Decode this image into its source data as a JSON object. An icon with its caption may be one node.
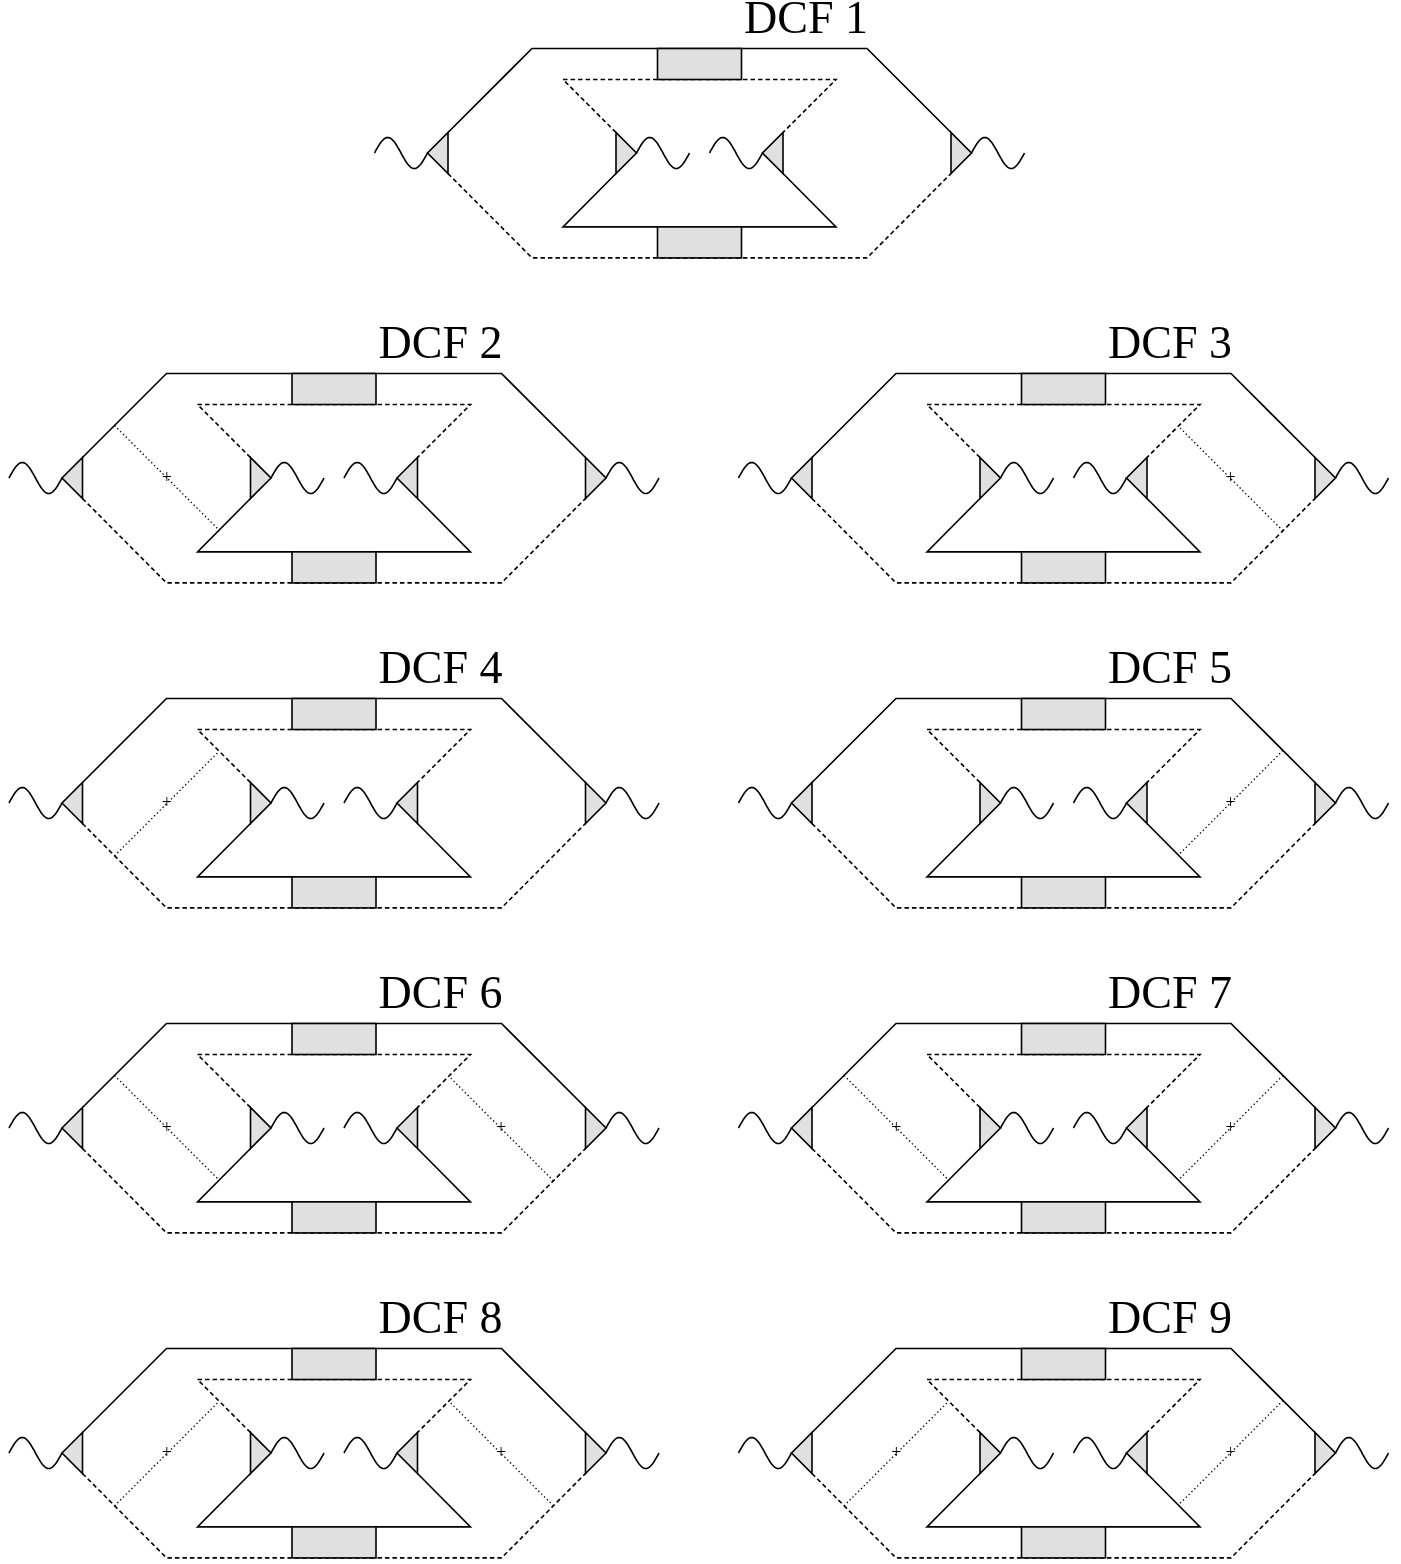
{
  "diagram": {
    "labels": [
      "DCF 1",
      "DCF 2",
      "DCF 3",
      "+",
      "+",
      "DCF 4",
      "DCF 5",
      "+",
      "+",
      "DCF 6",
      "DCF 7",
      "+",
      "+",
      "+",
      "+",
      "DCF 8",
      "DCF 9",
      "+",
      "+",
      "+",
      "+"
    ]
  }
}
